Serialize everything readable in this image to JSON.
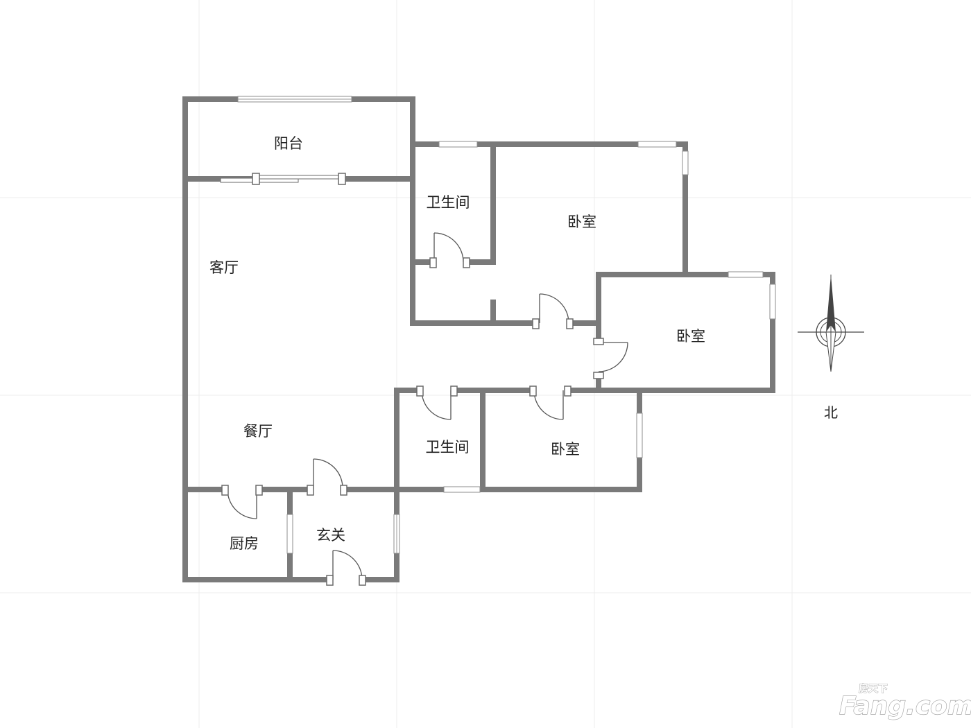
{
  "rooms": {
    "balcony": "阳台",
    "bathroom_1": "卫生间",
    "bedroom_1": "卧室",
    "living_room": "客厅",
    "bedroom_2": "卧室",
    "dining_room": "餐厅",
    "bathroom_2": "卫生间",
    "bedroom_3": "卧室",
    "kitchen": "厨房",
    "entrance": "玄关"
  },
  "compass": {
    "north_label": "北",
    "icon": "compass-north-arrow-icon"
  },
  "watermark": {
    "main": "Fang.com",
    "small": "房天下"
  },
  "colors": {
    "wall": "#7a7a7a",
    "background": "#ffffff",
    "grid": "#ececec"
  }
}
